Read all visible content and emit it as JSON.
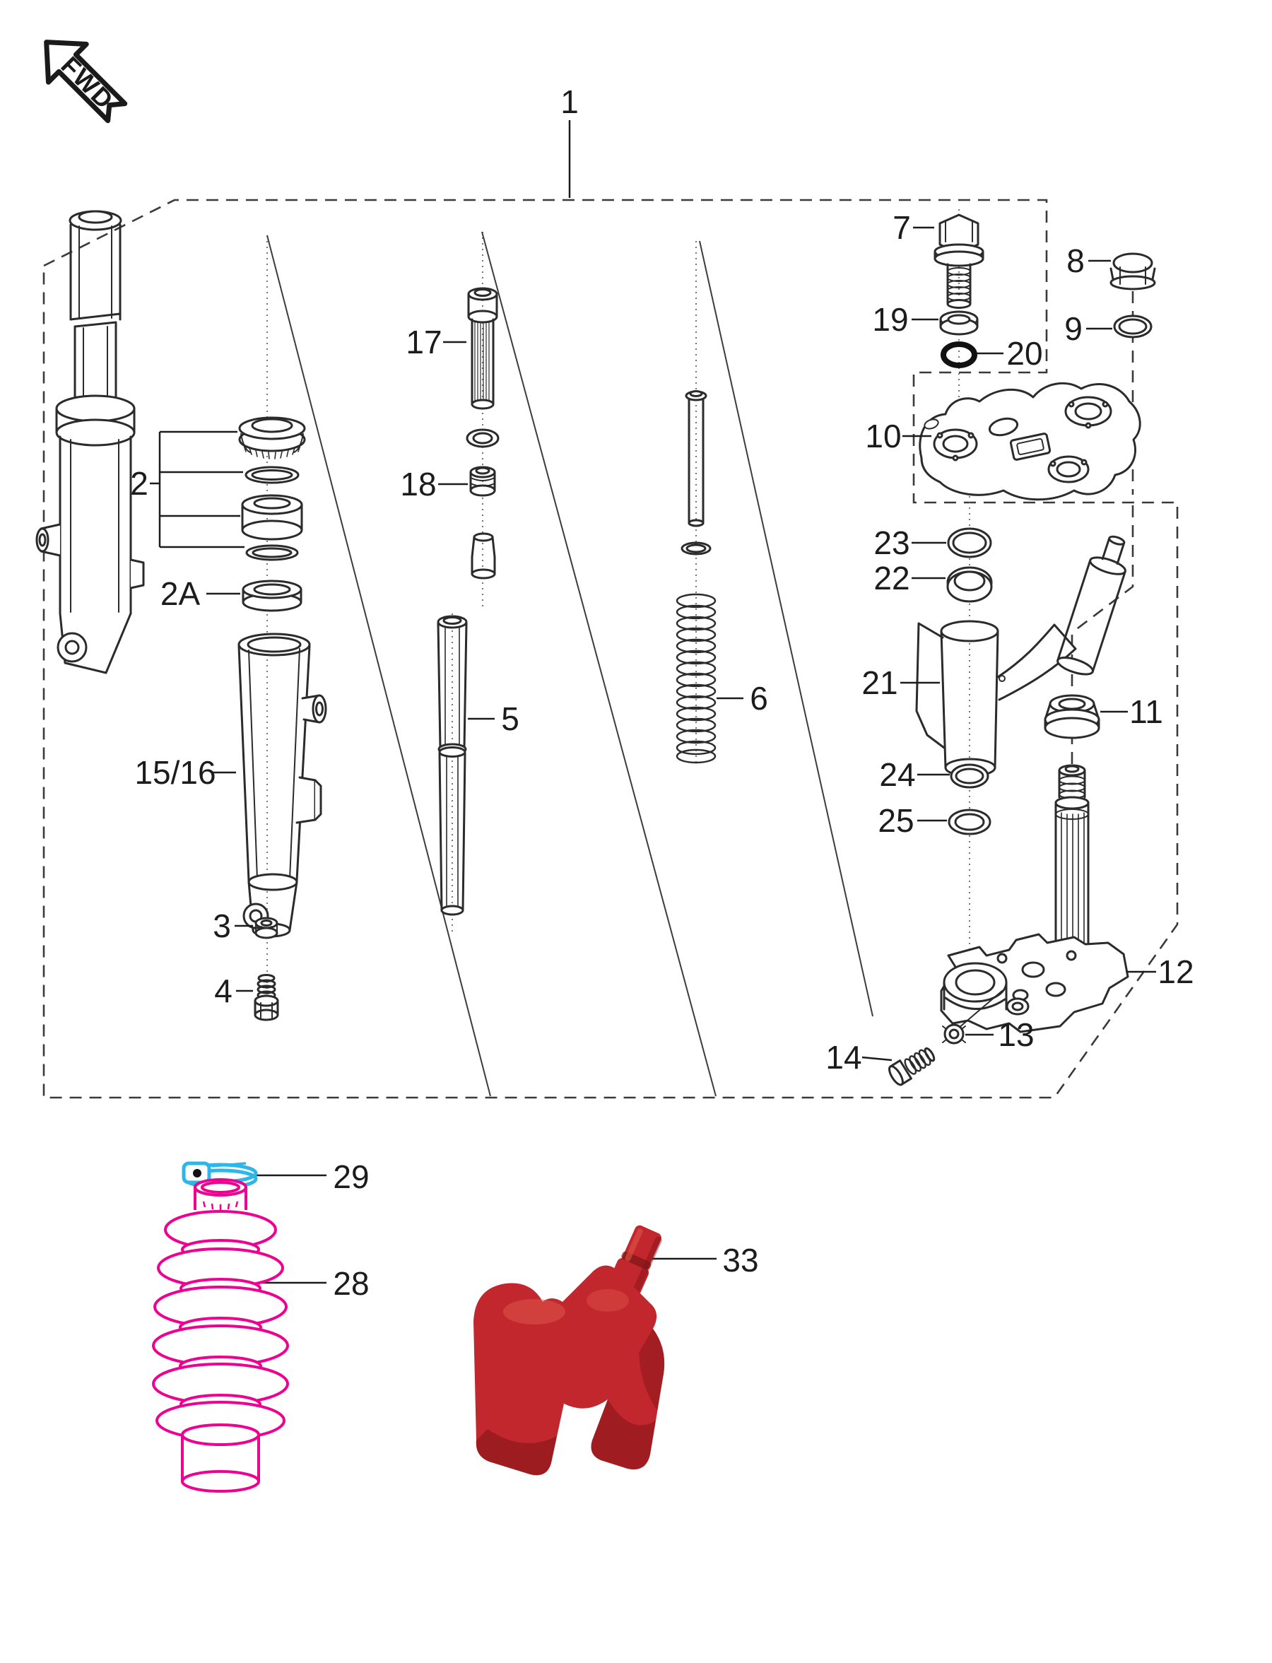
{
  "diagram": {
    "direction_label": "FWD",
    "colors": {
      "line": "#2b2b2b",
      "label": "#1c1c1c",
      "dash": "#3a3a3a",
      "boot_pink": "#ee0090",
      "clamp_cyan": "#2eb6e8",
      "part33_red": "#c1272d",
      "part33_dark": "#7e1416",
      "part33_light": "#e0554a"
    },
    "callouts": {
      "c1": "1",
      "c2": "2",
      "c2a": "2A",
      "c3": "3",
      "c4": "4",
      "c5": "5",
      "c6": "6",
      "c7": "7",
      "c8": "8",
      "c9": "9",
      "c10": "10",
      "c11": "11",
      "c12": "12",
      "c13": "13",
      "c14": "14",
      "c1516": "15/16",
      "c17": "17",
      "c18": "18",
      "c19": "19",
      "c20": "20",
      "c21": "21",
      "c22": "22",
      "c23": "23",
      "c24": "24",
      "c25": "25",
      "c28": "28",
      "c29": "29",
      "c33": "33"
    }
  }
}
